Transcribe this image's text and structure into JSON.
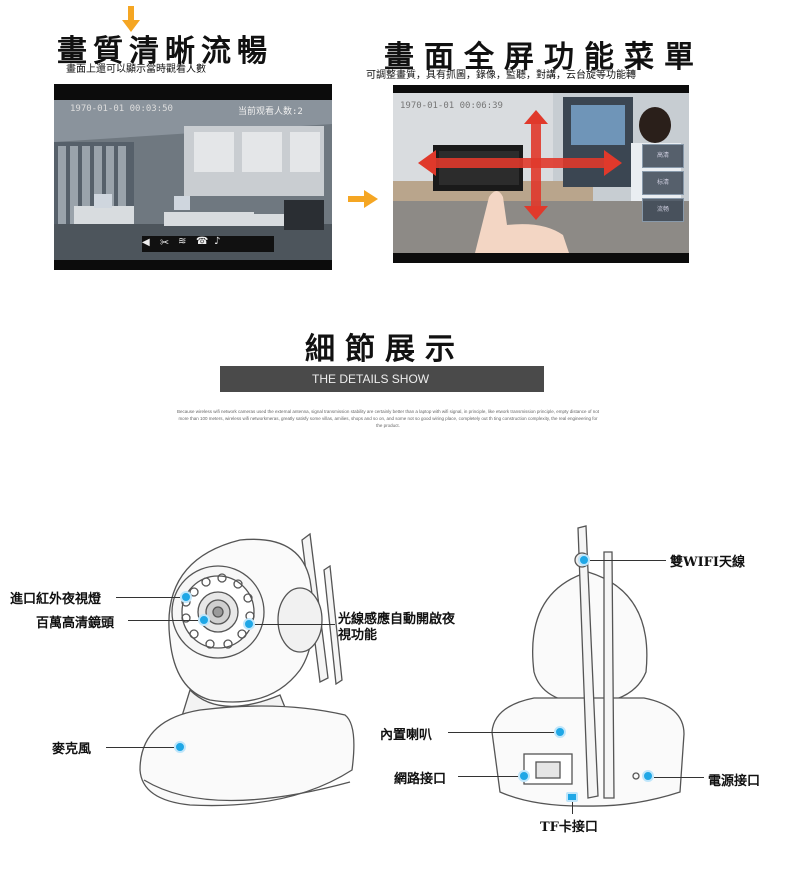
{
  "left_panel": {
    "title": "畫質清晰流暢",
    "subtitle": "畫面上還可以顯示當時觀看人數",
    "timestamp": "1970-01-01 00:03:50",
    "viewer_count": "当前观看人数:2"
  },
  "right_panel": {
    "title": "畫面全屏功能菜單",
    "subtitle": "可調整畫質，具有抓圖，錄像，監聽，對講，云台旋等功能轉",
    "timestamp": "1970-01-01 00:06:39",
    "menu_items": [
      "高清",
      "标清",
      "流畅"
    ]
  },
  "details": {
    "title": "細節展示",
    "banner": "THE DETAILS SHOW",
    "paragraph": "Because wireless wifi network cameras used the external antenna, signal transmission stability are certainly better than a laptop with wifi signal, in principle, like etwork transmission principle, empty distance of not more than 100 meters, wireless wifi networkmeras, greatly satisfy some villas, amilies, shops and so on, and some not so good wiring place, completely out th ting construction complexity, the real engineering for the product."
  },
  "front_labels": {
    "ir_light": "進口紅外夜視燈",
    "lens": "百萬高清鏡頭",
    "light_sensor": "光線感應自動開啟夜視功能",
    "microphone": "麥克風"
  },
  "back_labels": {
    "antenna": "雙WIFI天線",
    "speaker": "內置喇叭",
    "network_port": "網路接口",
    "power_port": "電源接口",
    "tf_card": "TF卡接口"
  },
  "colors": {
    "accent_orange": "#f5a623",
    "callout_blue": "#1fa7e6",
    "banner_gray": "#4a4a4a",
    "arrow_red": "#e0392b"
  }
}
